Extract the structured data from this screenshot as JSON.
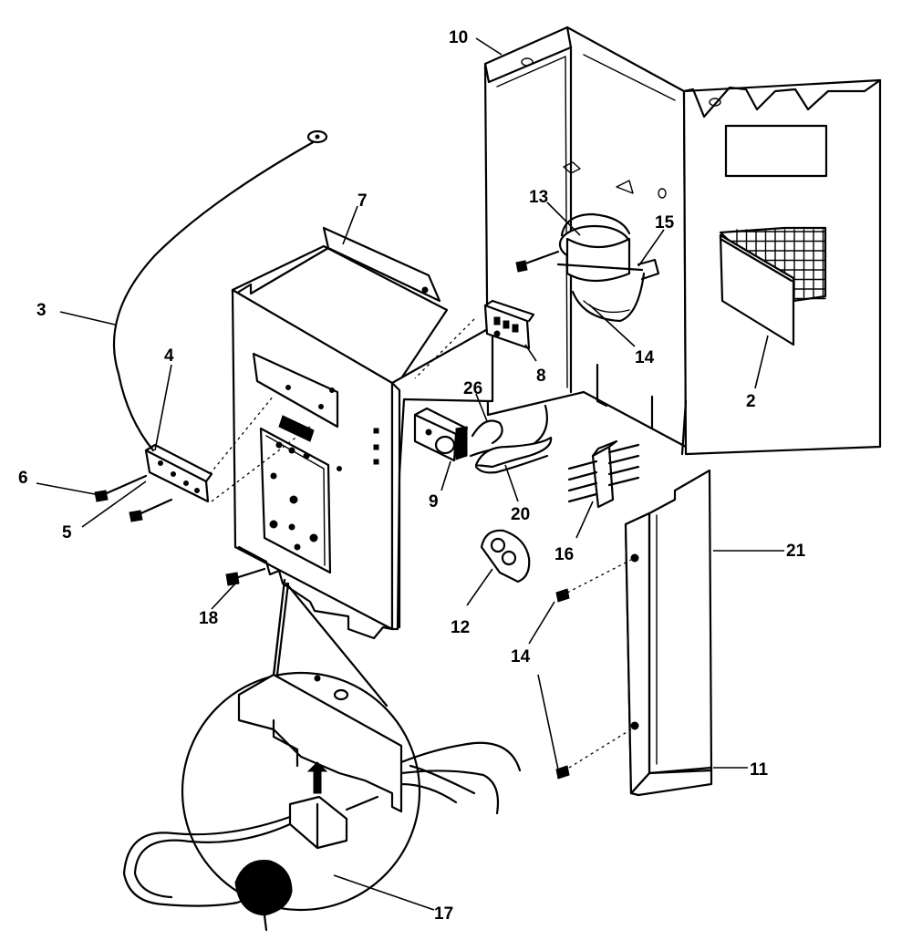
{
  "diagram": {
    "callouts": {
      "c10": "10",
      "c7": "7",
      "c3": "3",
      "c4": "4",
      "c6": "6",
      "c5": "5",
      "c13": "13",
      "c15": "15",
      "c14a": "14",
      "c8": "8",
      "c26": "26",
      "c2": "2",
      "c9": "9",
      "c20": "20",
      "c16": "16",
      "c21": "21",
      "c12": "12",
      "c14b": "14",
      "c18": "18",
      "c11": "11",
      "c17": "17"
    }
  }
}
